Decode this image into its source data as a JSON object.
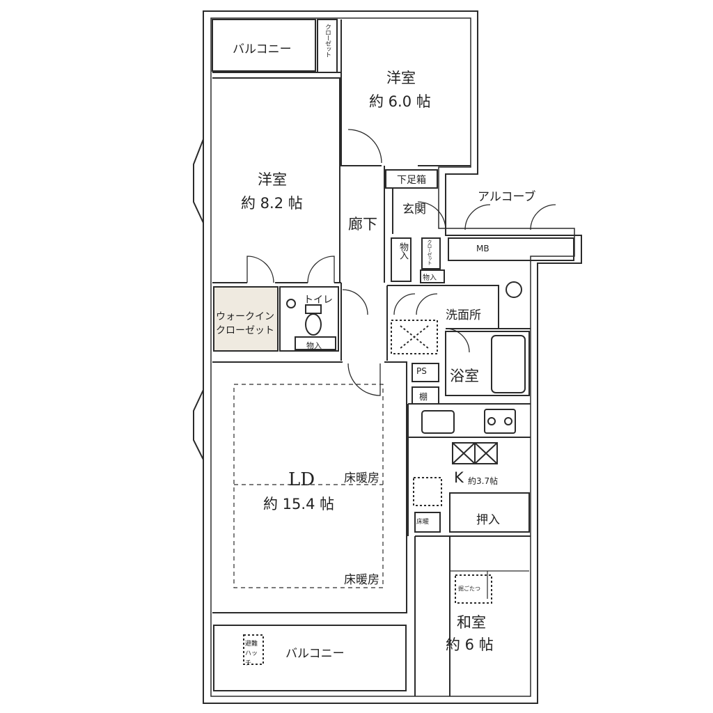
{
  "rooms": {
    "balcony_top": "バルコニー",
    "closet_top": "クローゼット",
    "western_room_1": "洋室",
    "western_room_1_size": "約 6.0 帖",
    "western_room_2": "洋室",
    "western_room_2_size": "約 8.2 帖",
    "shoe_box": "下足箱",
    "entrance": "玄関",
    "alcove": "アルコーブ",
    "hallway": "廊下",
    "storage_1": "物入",
    "closet_small": "クローゼット",
    "mb": "MB",
    "storage_2": "物入",
    "toilet": "トイレ",
    "walk_in_closet_line1": "ウォークイン",
    "walk_in_closet_line2": "クローゼット",
    "storage_3": "物入",
    "washroom": "洗面所",
    "ps": "PS",
    "bath": "浴室",
    "shelf": "棚",
    "ld": "LD",
    "ld_size": "約 15.4 帖",
    "floor_heating_1": "床暖房",
    "floor_heating_2": "床暖房",
    "kitchen": "K",
    "kitchen_size": "約3.7帖",
    "floor_heating_3": "床暖",
    "oshiire": "押入",
    "kotatsu": "掘ごたつ",
    "washitsu": "和室",
    "washitsu_size": "約 6 帖",
    "balcony_bottom": "バルコニー",
    "evac_hatch": "避難ハッチ"
  }
}
